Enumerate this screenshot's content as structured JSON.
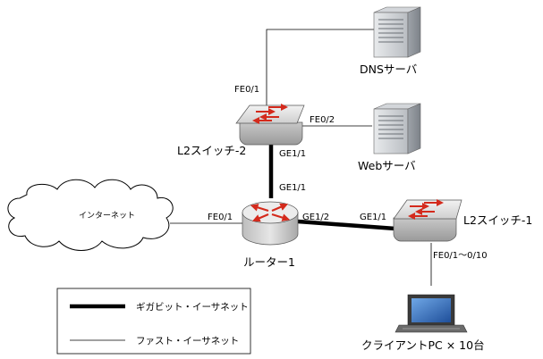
{
  "devices": {
    "dns_server": "DNSサーバ",
    "web_server": "Webサーバ",
    "l2_switch_2": "L2スイッチ-2",
    "l2_switch_1": "L2スイッチ-1",
    "router_1": "ルーター1",
    "internet": "インターネット",
    "client_pc": "クライアントPC × 10台"
  },
  "ports": {
    "sw2_fe01": "FE0/1",
    "sw2_fe02": "FE0/2",
    "sw2_ge11": "GE1/1",
    "router_ge11": "GE1/1",
    "router_fe01": "FE0/1",
    "router_ge12": "GE1/2",
    "sw1_ge11": "GE1/1",
    "sw1_fe01_range": "FE0/1～0/10"
  },
  "legend": {
    "gigabit": "ギガビット・イーサネット",
    "fast": "ファスト・イーサネット"
  },
  "colors": {
    "device_red": "#d42a1c",
    "device_gray": "#d8d8d8",
    "server_gray": "#a9adb2",
    "laptop_screen": "#2e6fc0"
  }
}
